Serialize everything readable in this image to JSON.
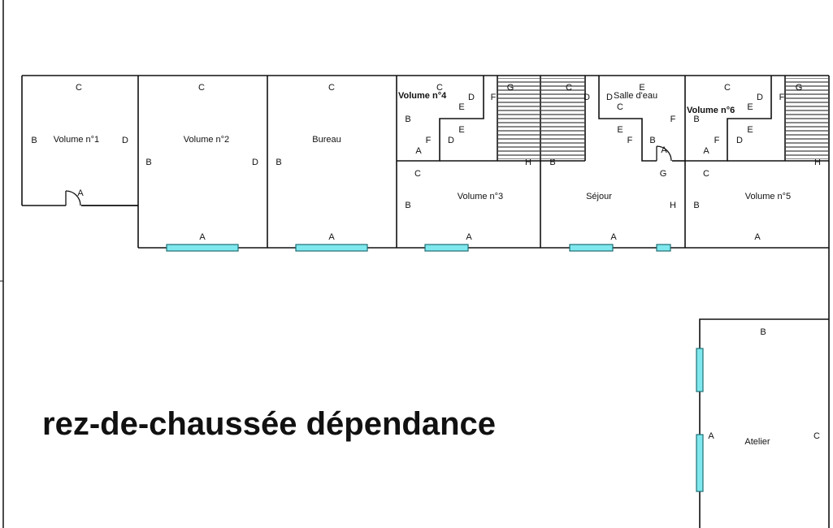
{
  "title": "rez-de-chaussée dépendance",
  "colors": {
    "wall": "#111111",
    "window_fill": "#7ee8ee",
    "window_stroke": "#1f6f74",
    "background": "#ffffff"
  },
  "rooms": {
    "volume1": {
      "name": "Volume n°1",
      "walls": [
        "A",
        "B",
        "C",
        "D"
      ]
    },
    "volume2": {
      "name": "Volume n°2",
      "walls": [
        "A",
        "B",
        "C",
        "D"
      ]
    },
    "bureau": {
      "name": "Bureau",
      "walls": [
        "A",
        "B",
        "C"
      ]
    },
    "volume4": {
      "name": "Volume n°4",
      "walls": [
        "A",
        "B",
        "C",
        "D",
        "E",
        "E",
        "F",
        "D",
        "F"
      ]
    },
    "volume3": {
      "name": "Volume n°3",
      "walls": [
        "A",
        "B",
        "C"
      ]
    },
    "stairs1": {
      "walls": [
        "G",
        "H"
      ]
    },
    "stairs2": {
      "walls": [
        "C",
        "D",
        "B"
      ]
    },
    "salle_deau": {
      "name": "Salle d'eau",
      "walls": [
        "E",
        "D",
        "C",
        "E",
        "F",
        "F",
        "B",
        "A",
        "G"
      ]
    },
    "sejour": {
      "name": "Séjour",
      "walls": [
        "A",
        "H"
      ]
    },
    "volume6": {
      "name": "Volume n°6",
      "walls": [
        "C",
        "D",
        "E",
        "B",
        "E",
        "F",
        "D",
        "A",
        "F"
      ]
    },
    "volume5": {
      "name": "Volume n°5",
      "walls": [
        "A",
        "B",
        "C"
      ]
    },
    "stairs3": {
      "walls": [
        "G",
        "H"
      ]
    },
    "atelier": {
      "name": "Atelier",
      "walls": [
        "A",
        "B",
        "C"
      ]
    }
  }
}
